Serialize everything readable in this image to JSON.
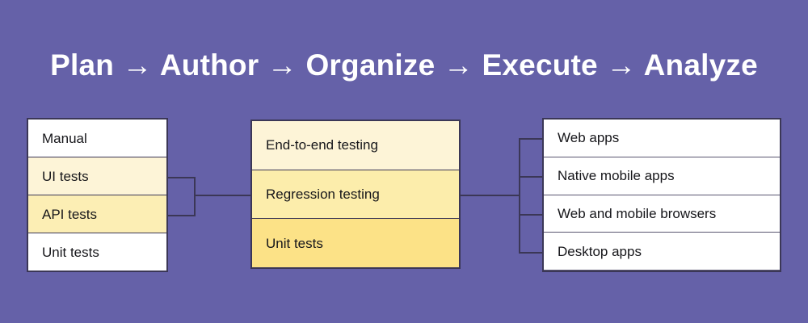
{
  "background_color": "#6561a8",
  "title": {
    "text": "Plan → Author → Organize → Execute → Analyze",
    "color": "#ffffff"
  },
  "colors": {
    "border": "#3b3756",
    "white": "#ffffff",
    "yellow_pale": "#fdf4d7",
    "yellow_light": "#fceeb4",
    "yellow_medium": "#fcedab",
    "yellow_deep": "#fce287",
    "text": "#16161a"
  },
  "columns": [
    {
      "name": "test-types",
      "rows": [
        {
          "label": "Manual",
          "fill": "#ffffff"
        },
        {
          "label": "UI tests",
          "fill": "#fdf4d7"
        },
        {
          "label": "API tests",
          "fill": "#fceeb4"
        },
        {
          "label": "Unit tests",
          "fill": "#ffffff"
        }
      ]
    },
    {
      "name": "test-levels",
      "rows": [
        {
          "label": "End-to-end testing",
          "fill": "#fdf4d7"
        },
        {
          "label": "Regression testing",
          "fill": "#fcedab"
        },
        {
          "label": "Unit tests",
          "fill": "#fce287"
        }
      ]
    },
    {
      "name": "test-targets",
      "rows": [
        {
          "label": "Web apps",
          "fill": "#ffffff"
        },
        {
          "label": "Native mobile apps",
          "fill": "#ffffff"
        },
        {
          "label": "Web and mobile browsers",
          "fill": "#ffffff"
        },
        {
          "label": "Desktop apps",
          "fill": "#ffffff"
        }
      ]
    }
  ]
}
